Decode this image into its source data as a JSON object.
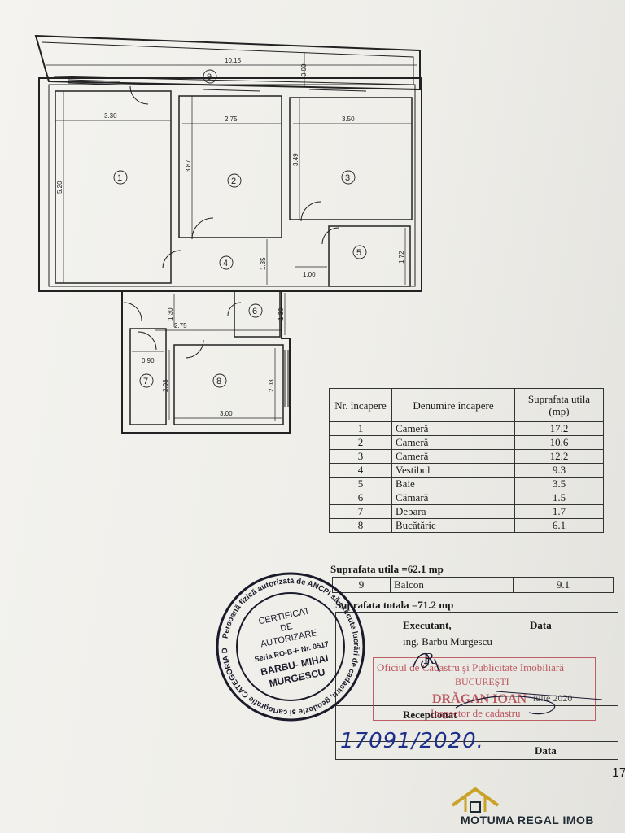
{
  "plan": {
    "room_numbers": [
      "1",
      "2",
      "3",
      "4",
      "5",
      "6",
      "7",
      "8",
      "9"
    ],
    "dimensions": {
      "d_10_15": "10.15",
      "d_0_90_top": "0.90",
      "d_3_30": "3.30",
      "d_2_75_top": "2.75",
      "d_3_50": "3.50",
      "d_5_20": "5.20",
      "d_3_87": "3.87",
      "d_3_49": "3.49",
      "d_1_35": "1.35",
      "d_1_00": "1.00",
      "d_1_72": "1.72",
      "d_1_30_left": "1.30",
      "d_2_75_bottom": "2.75",
      "d_1_30_right": "1.30",
      "d_0_90_left": "0.90",
      "d_2_03_left": "2.03",
      "d_2_03_right": "2.03",
      "d_3_00": "3.00"
    }
  },
  "table": {
    "headers": {
      "nr": "Nr. încapere",
      "name": "Denumire încapere",
      "area": "Suprafata utila (mp)"
    },
    "rows": [
      {
        "nr": "1",
        "name": "Cameră",
        "area": "17.2"
      },
      {
        "nr": "2",
        "name": "Cameră",
        "area": "10.6"
      },
      {
        "nr": "3",
        "name": "Cameră",
        "area": "12.2"
      },
      {
        "nr": "4",
        "name": "Vestibul",
        "area": "9.3"
      },
      {
        "nr": "5",
        "name": "Baie",
        "area": "3.5"
      },
      {
        "nr": "6",
        "name": "Cămară",
        "area": "1.5"
      },
      {
        "nr": "7",
        "name": "Debara",
        "area": "1.7"
      },
      {
        "nr": "8",
        "name": "Bucătărie",
        "area": "6.1"
      }
    ],
    "suprafata_utila": "Suprafata utila =62.1  mp",
    "balcon": {
      "nr": "9",
      "name": "Balcon",
      "area": "9.1"
    },
    "suprafata_totala": "Suprafata totala =71.2  mp"
  },
  "signatures": {
    "executant_label": "Executant,",
    "executant_name": "ing. Barbu Murgescu",
    "data_label": "Data",
    "receptionat_label": "Receptionat",
    "data_label_bottom": "Data",
    "handwritten_number": "17091/2020.",
    "handwritten_initials": "R"
  },
  "red_stamp": {
    "line1": "Oficiul de Cadastru şi Publicitate Imobiliară",
    "line2": "BUCUREŞTI",
    "line3": "DRĂGAN IOAN",
    "line4": "Inspector de cadastru",
    "date": "iulie 2020"
  },
  "seal": {
    "center": [
      "CERTIFICAT",
      "DE",
      "AUTORIZARE",
      "Seria RO-B-F Nr. 0517",
      "BARBU- MIHAI",
      "MURGESCU"
    ],
    "ring_text": "Persoană fizică autorizată de ANCPI să execute lucrări de cadastru, geodezie şi cartografie CATEGORIA D"
  },
  "page_number": "17",
  "logo": {
    "text": "MOTUMA REGAL IMOB"
  },
  "colors": {
    "ink": "#222222",
    "stamp_red": "#b33c47",
    "seal_ink": "#1a1a2a",
    "logo_gold": "#c9a227",
    "logo_dark": "#1f2a33"
  }
}
